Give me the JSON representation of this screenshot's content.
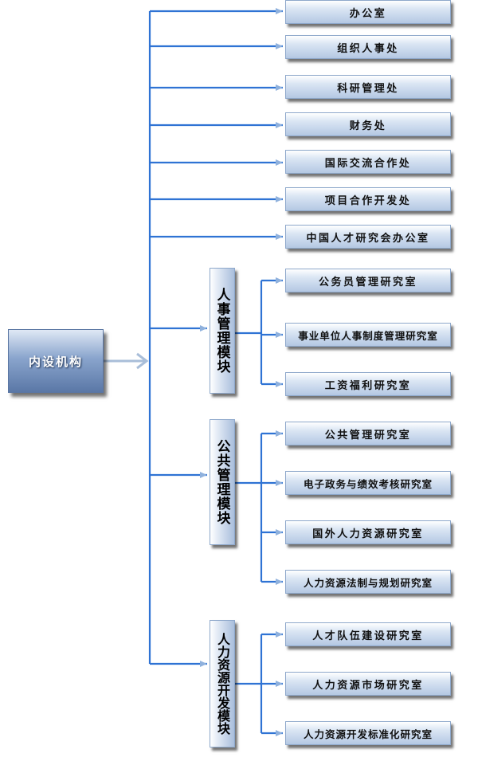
{
  "root": {
    "label": "内设机构"
  },
  "departments": [
    "办公室",
    "组织人事处",
    "科研管理处",
    "财务处",
    "国际交流合作处",
    "项目合作开发处",
    "中国人才研究会办公室"
  ],
  "modules": [
    {
      "label": "人事管理模块",
      "offices": [
        "公务员管理研究室",
        "事业单位人事制度管理研究室",
        "工资福利研究室"
      ]
    },
    {
      "label": "公共管理模块",
      "offices": [
        "公共管理研究室",
        "电子政务与绩效考核研究室",
        "国外人力资源研究室",
        "人力资源法制与规划研究室"
      ]
    },
    {
      "label": "人力资源开发模块",
      "offices": [
        "人才队伍建设研究室",
        "人力资源市场研究室",
        "人力资源开发标准化研究室"
      ]
    }
  ],
  "colors": {
    "connector": "#2f73d4",
    "box_top": "#ffffff",
    "box_bottom": "#b4c8e3",
    "root_fill": "#7a96c2"
  }
}
